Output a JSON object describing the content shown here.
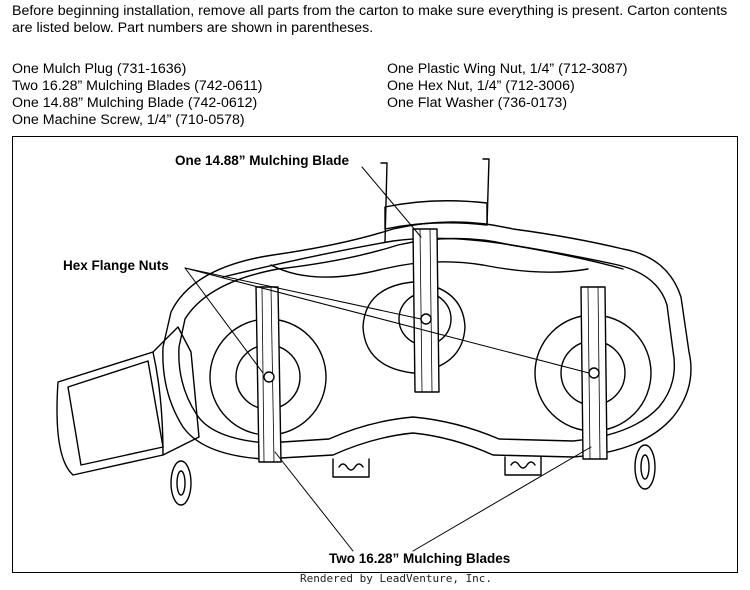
{
  "intro": "Before beginning installation, remove all parts from the carton to make sure everything is present. Carton contents are listed below. Part numbers are shown in parentheses.",
  "parts_left": [
    "One Mulch Plug (731-1636)",
    "Two 16.28” Mulching Blades (742-0611)",
    "One 14.88” Mulching Blade (742-0612)",
    "One Machine Screw, 1/4” (710-0578)"
  ],
  "parts_right": [
    "One Plastic Wing Nut, 1/4” (712-3087)",
    "One Hex Nut, 1/4” (712-3006)",
    "One Flat Washer (736-0173)"
  ],
  "callouts": {
    "center_blade": "One 14.88” Mulching Blade",
    "hex_nuts": "Hex Flange Nuts",
    "side_blades": "Two 16.28” Mulching Blades"
  },
  "footer": "Rendered by LeadVenture, Inc."
}
